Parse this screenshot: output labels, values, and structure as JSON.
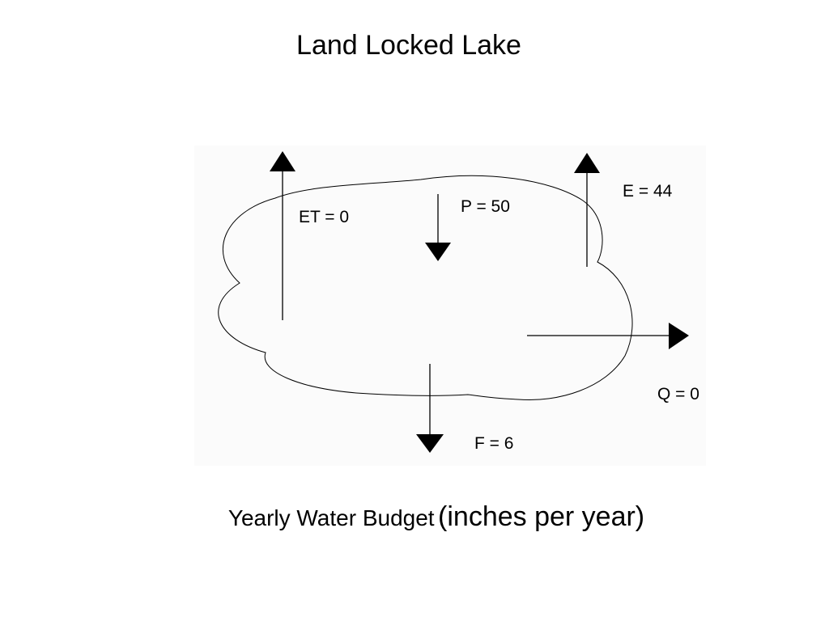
{
  "title": "Land Locked Lake",
  "flows": {
    "et": "ET = 0",
    "p": "P = 50",
    "e": "E = 44",
    "q": "Q = 0",
    "f": "F = 6"
  },
  "caption": {
    "main": "Yearly Water Budget",
    "unit": "(inches per year)"
  }
}
